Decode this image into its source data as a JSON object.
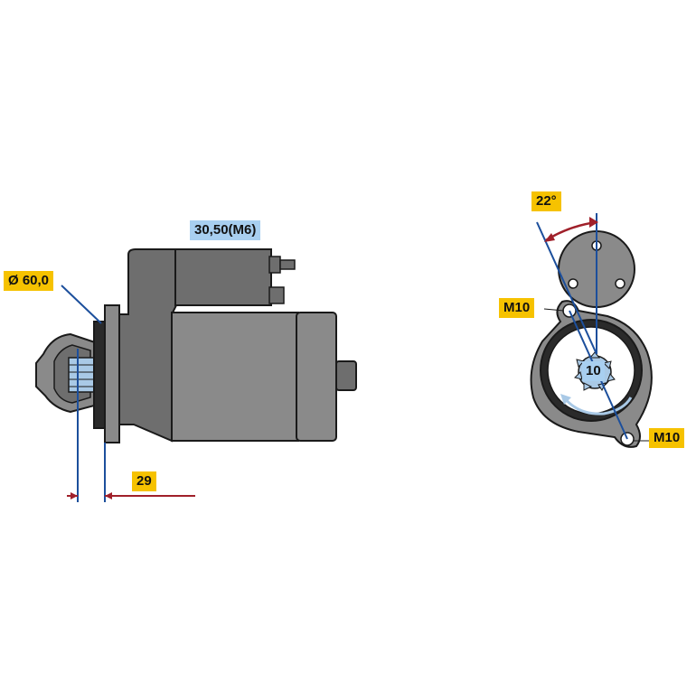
{
  "labels": {
    "diameter": "Ø 60,0",
    "bolt_spacing": "30,50(M6)",
    "pinion_offset": "29",
    "angle": "22°",
    "bolt_top": "M10",
    "bolt_bottom": "M10",
    "teeth": "10"
  },
  "colors": {
    "body_dark": "#6e6e6e",
    "body_mid": "#8a8a8a",
    "outline": "#1a1a1a",
    "dim_red": "#a0202a",
    "dim_blue": "#1c4f9c",
    "label_yellow": "#f6c200",
    "label_blue": "#a8cff0"
  }
}
